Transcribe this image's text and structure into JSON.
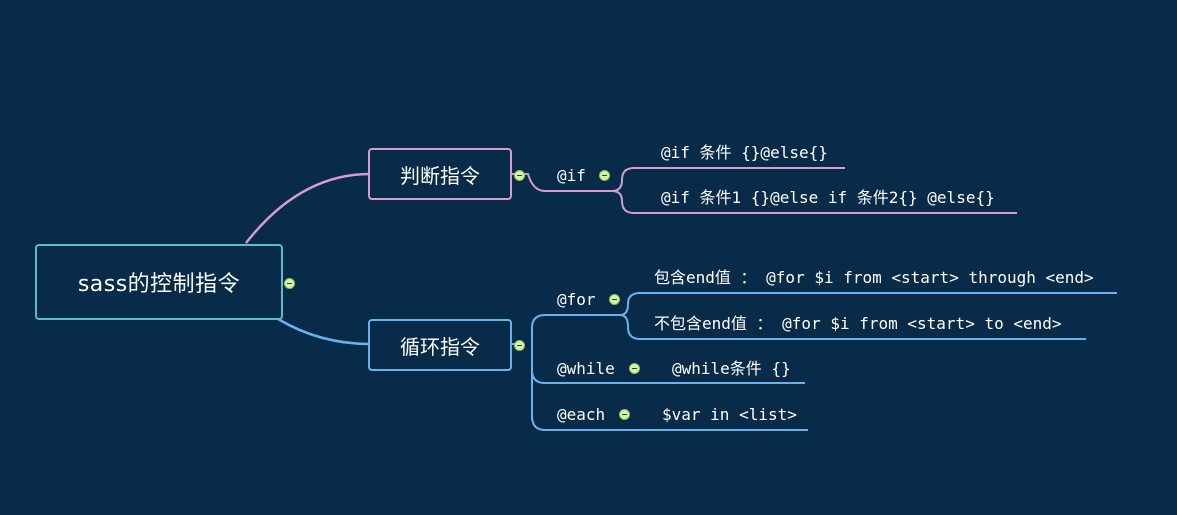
{
  "root": {
    "label": "sass的控制指令"
  },
  "branches": {
    "condition": {
      "label": "判断指令",
      "directive": "@if",
      "items": [
        "@if 条件 {}@else{}",
        "@if 条件1 {}@else if 条件2{} @else{}"
      ]
    },
    "loop": {
      "label": "循环指令",
      "for": {
        "directive": "@for",
        "items": [
          "包含end值 ： @for $i from <start> through <end>",
          "不包含end值 ： @for $i from <start> to <end>"
        ]
      },
      "while": {
        "directive": "@while",
        "item": "@while条件 {}"
      },
      "each": {
        "directive": "@each",
        "item": "$var in <list>"
      }
    }
  },
  "colors": {
    "background": "#072b48",
    "root_border": "#5cbdc4",
    "condition_branch": "#d79ad3",
    "loop_branch": "#69b2ee",
    "collapse_toggle": "#d6f5a3"
  },
  "icons": {
    "collapse": "minus-circle-icon"
  }
}
